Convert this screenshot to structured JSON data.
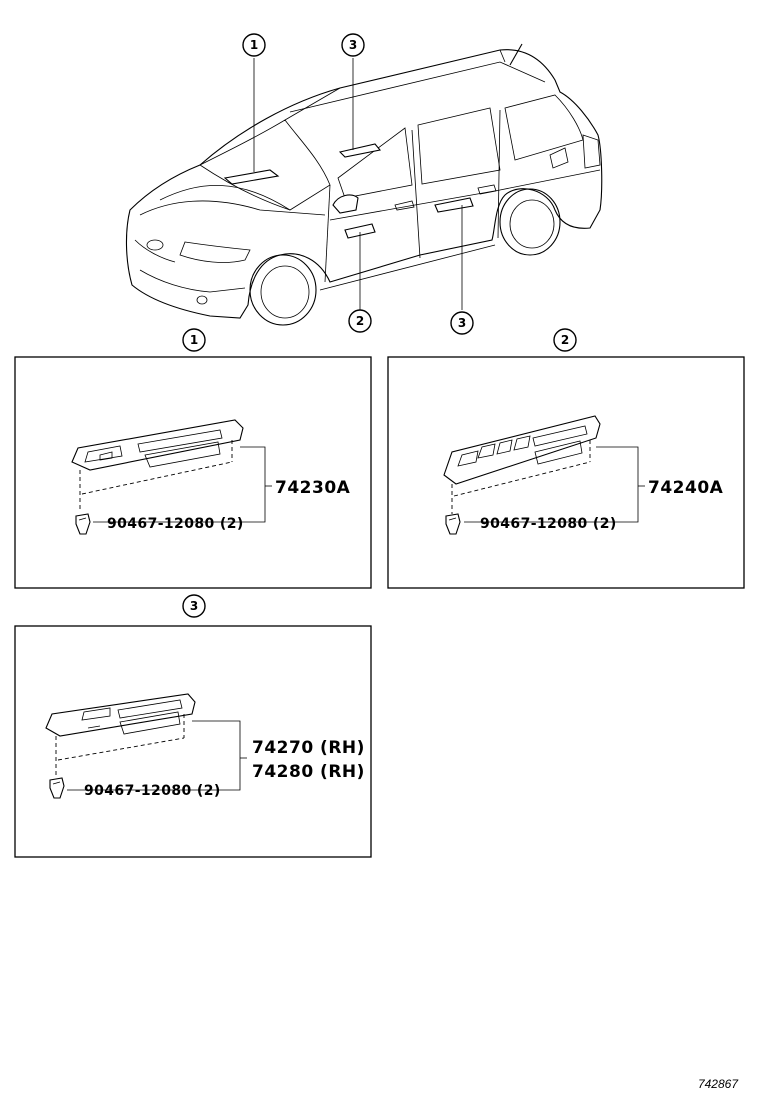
{
  "callouts": {
    "top_1": "1",
    "top_3a": "3",
    "car_2": "2",
    "car_3": "3",
    "panel1": "1",
    "panel2": "2",
    "panel3": "3"
  },
  "panel1": {
    "part_number": "74230A",
    "clip": "90467-12080 (2)"
  },
  "panel2": {
    "part_number": "74240A",
    "clip": "90467-12080 (2)"
  },
  "panel3": {
    "part_number_1": "74270 (RH)",
    "part_number_2": "74280 (RH)",
    "clip": "90467-12080 (2)"
  },
  "reference_code": "742867"
}
